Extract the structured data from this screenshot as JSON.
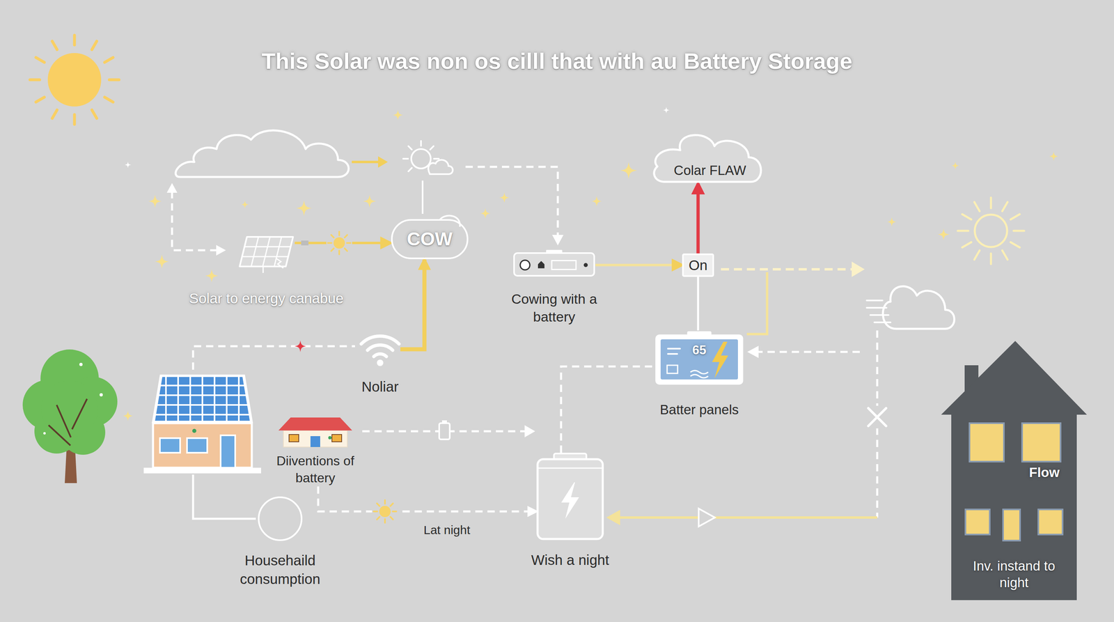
{
  "diagram": {
    "title": "This Solar was non os cilll that with au Battery Storage",
    "nodes": [
      {
        "text": [
          "Solar to energy canabue"
        ]
      },
      {
        "text": [
          "COW"
        ]
      },
      {
        "text": [
          "Cowing with a battery"
        ]
      },
      {
        "text": [
          "On"
        ]
      },
      {
        "text": [
          "Colar FLAW"
        ]
      },
      {
        "text": [
          "Noliar"
        ]
      },
      {
        "text": [
          "65",
          "Batter panels"
        ]
      },
      {
        "text": [
          "Diiventions of battery"
        ]
      },
      {
        "text": [
          "Househaild consumption"
        ]
      },
      {
        "text": [
          "Wish a night"
        ]
      },
      {
        "text": [
          "Flow",
          "Inv. instand to night"
        ]
      }
    ],
    "edges": [
      {
        "from": 0,
        "to": 1,
        "arrow": "to"
      },
      {
        "from": 5,
        "to": 1,
        "arrow": "to"
      },
      {
        "from": 2,
        "to": 3,
        "arrow": "to"
      },
      {
        "from": 3,
        "to": 4,
        "arrow": "to"
      },
      {
        "from": 3,
        "to": 6,
        "arrow": "none"
      },
      {
        "from": 7,
        "to": 9,
        "label": "Lat night",
        "arrow": "to"
      },
      {
        "from": 9,
        "to": 6,
        "arrow": "none"
      }
    ]
  }
}
